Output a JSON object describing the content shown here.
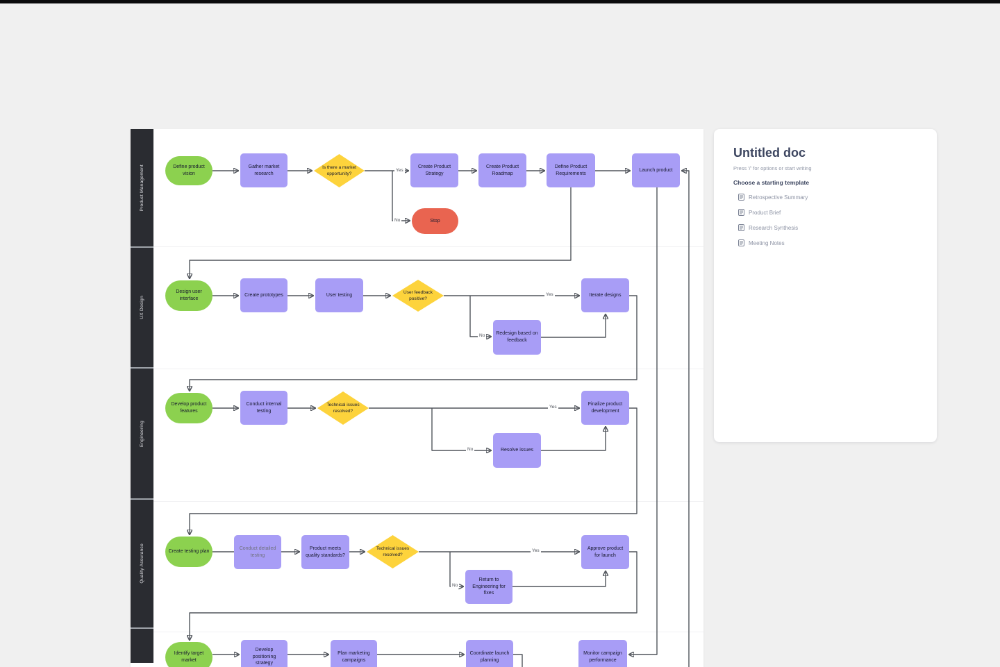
{
  "colors": {
    "start_green": "#8CD14F",
    "process_purple": "#A89DF6",
    "decision_yellow": "#FDD33C",
    "stop_red": "#E96450",
    "connector": "#51555C",
    "sidebar": "#2A2C31",
    "canvas": "#FFFFFF",
    "background": "#F0F0F0"
  },
  "diagram": {
    "branch_labels": {
      "yes": "Yes",
      "no": "No"
    },
    "lanes": [
      {
        "label": "Product Management",
        "nodes": [
          {
            "label": "Define product vision",
            "type": "start"
          },
          {
            "label": "Gather market research",
            "type": "process"
          },
          {
            "label": "Is there a market opportunity?",
            "type": "decision"
          },
          {
            "label": "Create Product Strategy",
            "type": "process"
          },
          {
            "label": "Create  Product Roadmap",
            "type": "process"
          },
          {
            "label": "Define Product Requirements",
            "type": "process"
          },
          {
            "label": "Launch product",
            "type": "process"
          },
          {
            "label": "Stop",
            "type": "stop"
          }
        ]
      },
      {
        "label": "UX Design",
        "nodes": [
          {
            "label": "Design user interface",
            "type": "start"
          },
          {
            "label": "Create prototypes",
            "type": "process"
          },
          {
            "label": "User testing",
            "type": "process"
          },
          {
            "label": "User feedback positive?",
            "type": "decision"
          },
          {
            "label": "Iterate designs",
            "type": "process"
          },
          {
            "label": "Redesign based on feedback",
            "type": "process"
          }
        ]
      },
      {
        "label": "Engineering",
        "nodes": [
          {
            "label": "Develop product features",
            "type": "start"
          },
          {
            "label": "Conduct internal testing",
            "type": "process"
          },
          {
            "label": "Technical issues resolved?",
            "type": "decision"
          },
          {
            "label": "Finalize product development",
            "type": "process"
          },
          {
            "label": "Resolve issues",
            "type": "process"
          }
        ]
      },
      {
        "label": "Quality Assurance",
        "nodes": [
          {
            "label": "Create testing plan",
            "type": "start"
          },
          {
            "label": "Conduct detailed testing",
            "type": "process"
          },
          {
            "label": "Product meets quality standards?",
            "type": "process"
          },
          {
            "label": "Technical issues resolved?",
            "type": "decision"
          },
          {
            "label": "Approve product for launch",
            "type": "process"
          },
          {
            "label": "Return to Engineering for fixes",
            "type": "process"
          }
        ]
      },
      {
        "label": "",
        "nodes": [
          {
            "label": "Identify target market",
            "type": "start"
          },
          {
            "label": "Develop positioning strategy",
            "type": "process"
          },
          {
            "label": "Plan marketing campaigns",
            "type": "process"
          },
          {
            "label": "Coordinate launch planning",
            "type": "process"
          },
          {
            "label": "Monitor campaign performance",
            "type": "process"
          }
        ]
      }
    ]
  },
  "panel": {
    "title": "Untitled doc",
    "hint": "Press '/' for options or start writing",
    "templates_heading": "Choose a starting template",
    "templates": [
      "Retrospective Summary",
      "Product Brief",
      "Research Synthesis",
      "Meeting Notes"
    ]
  }
}
